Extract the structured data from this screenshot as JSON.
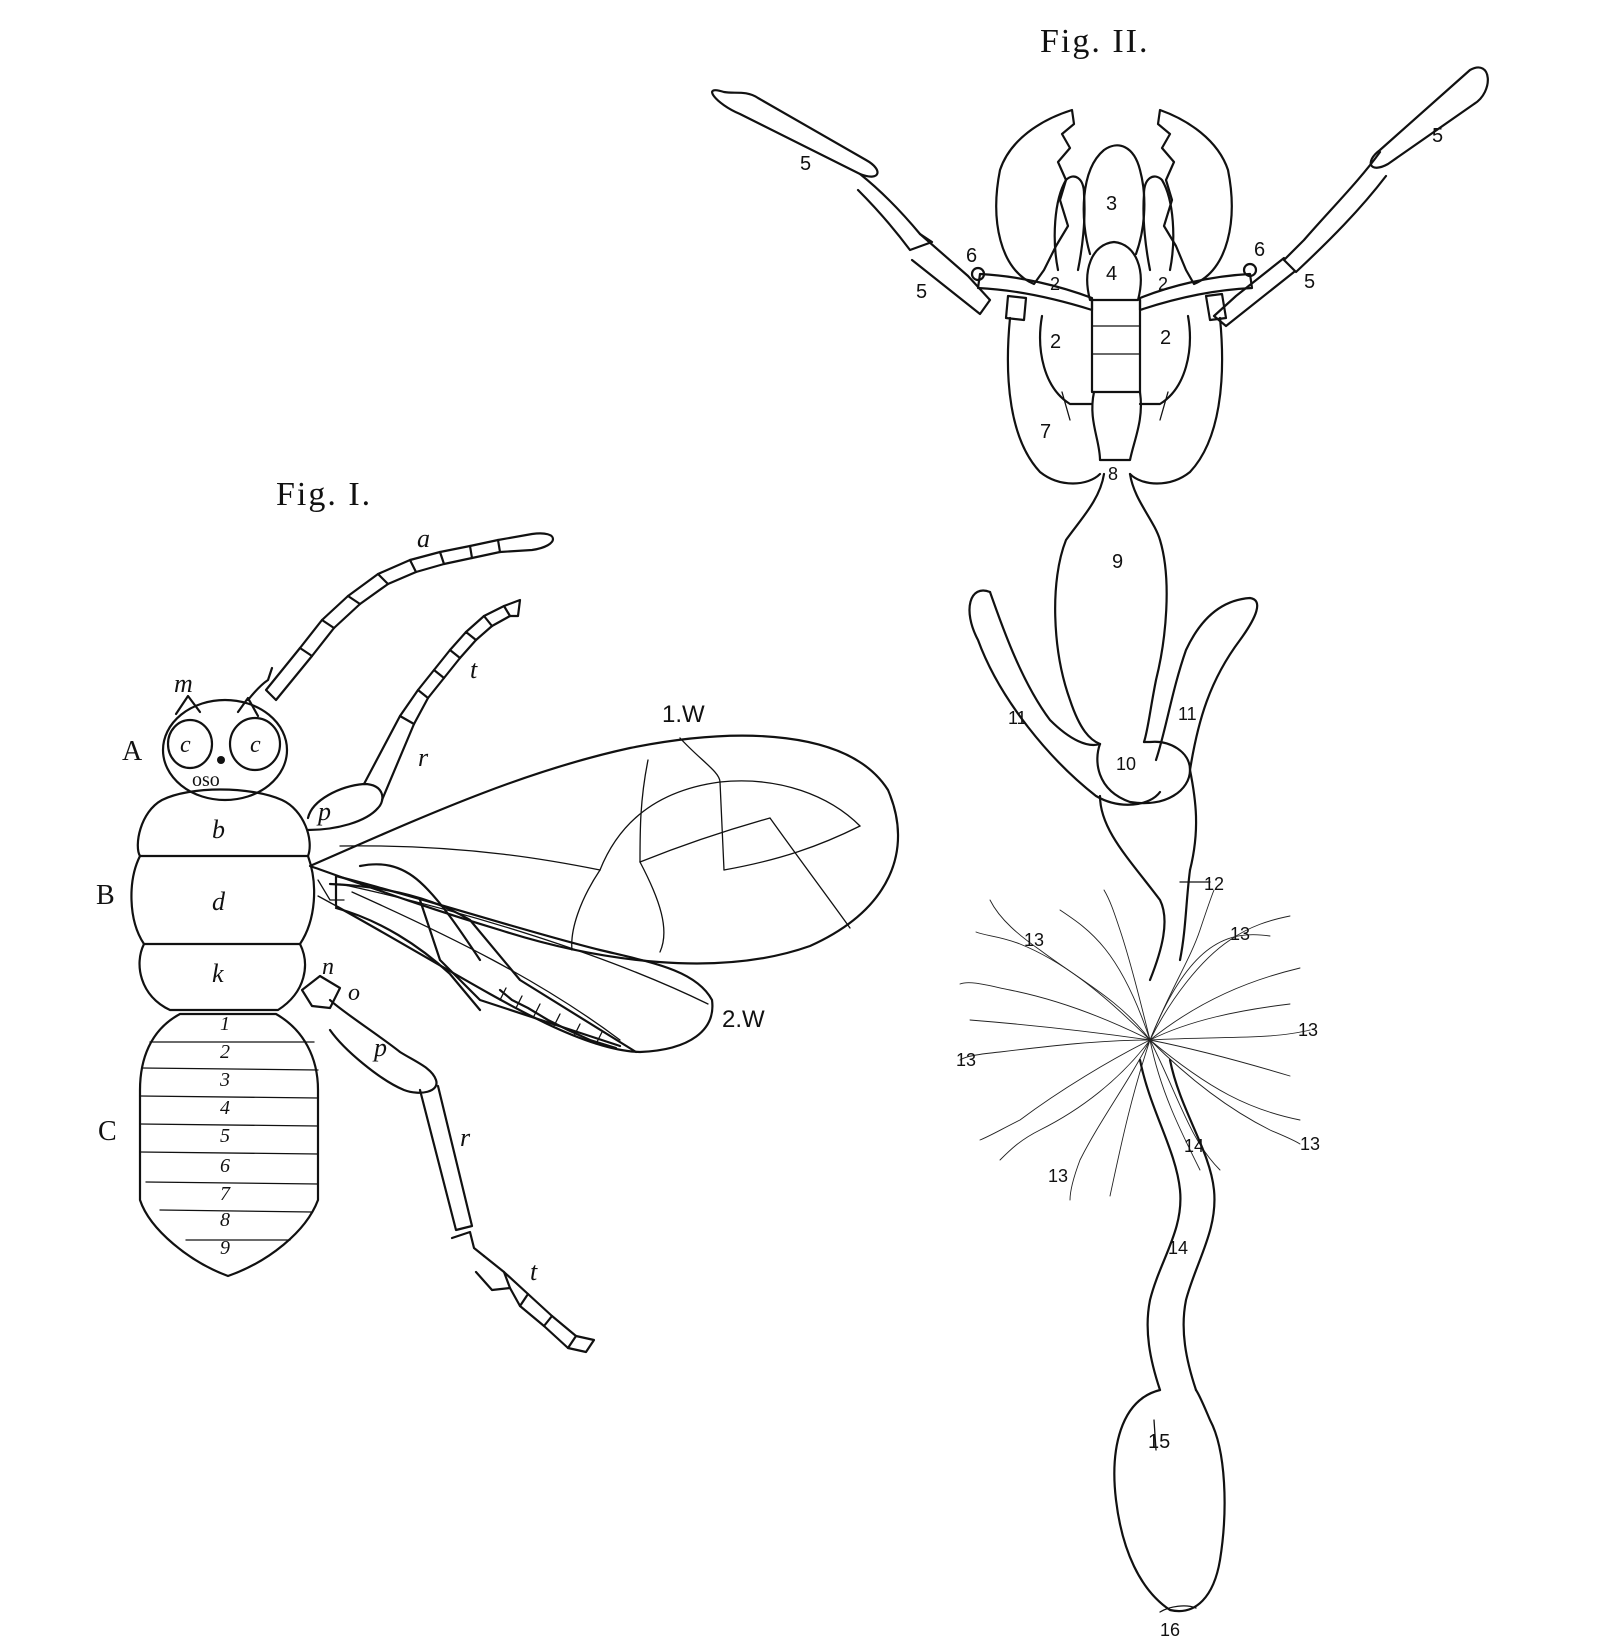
{
  "figure_1": {
    "title": "Fig. I.",
    "labels": {
      "a": "a",
      "t_upper": "t",
      "r_upper": "r",
      "p_upper": "p",
      "m": "m",
      "A": "A",
      "c_left": "c",
      "c_right": "c",
      "oso": "oso",
      "b": "b",
      "B": "B",
      "d": "d",
      "k": "k",
      "n": "n",
      "o": "o",
      "p_lower": "p",
      "r_lower": "r",
      "t_lower": "t",
      "C": "C",
      "w1": "1.W",
      "w2": "2.W",
      "seg1": "1",
      "seg2": "2",
      "seg3": "3",
      "seg4": "4",
      "seg5": "5",
      "seg6": "6",
      "seg7": "7",
      "seg8": "8",
      "seg9": "9"
    }
  },
  "figure_2": {
    "title": "Fig. II.",
    "labels": {
      "l5_tl": "5",
      "l5_tr": "5",
      "l5_ml": "5",
      "l5_mr": "5",
      "l6_l": "6",
      "l6_r": "6",
      "l3": "3",
      "l4": "4",
      "l2_ul": "2",
      "l2_ur": "2",
      "l2_ll": "2",
      "l2_lr": "2",
      "l7": "7",
      "l8": "8",
      "l9": "9",
      "l10": "10",
      "l11_l": "11",
      "l11_r": "11",
      "l12": "12",
      "l13_a": "13",
      "l13_b": "13",
      "l13_c": "13",
      "l13_d": "13",
      "l13_e": "13",
      "l13_f": "13",
      "l14_a": "14",
      "l14_b": "14",
      "l15": "15",
      "l16": "16"
    }
  }
}
